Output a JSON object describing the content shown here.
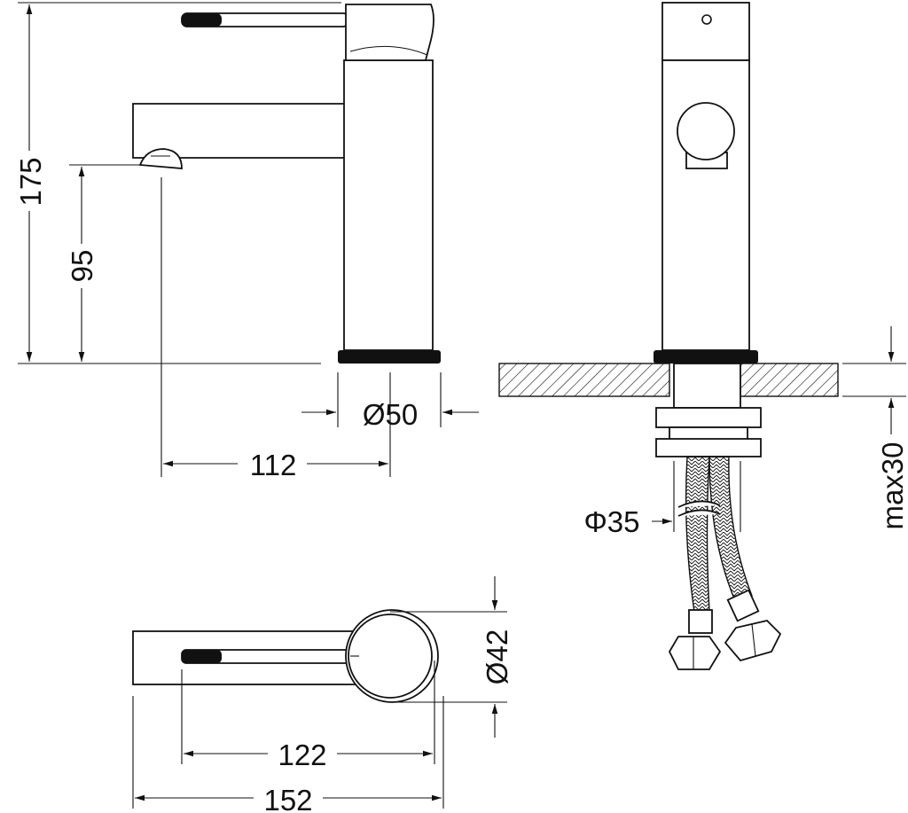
{
  "dimensions": {
    "height_total": "175",
    "spout_height": "95",
    "base_diameter": "Ø50",
    "spout_reach": "112",
    "shank_diameter": "Φ35",
    "max_counter_thickness": "max30",
    "body_diameter_top": "Ø42",
    "lever_length": "122",
    "total_length": "152"
  },
  "colors": {
    "line": "#111111",
    "background": "#ffffff"
  }
}
